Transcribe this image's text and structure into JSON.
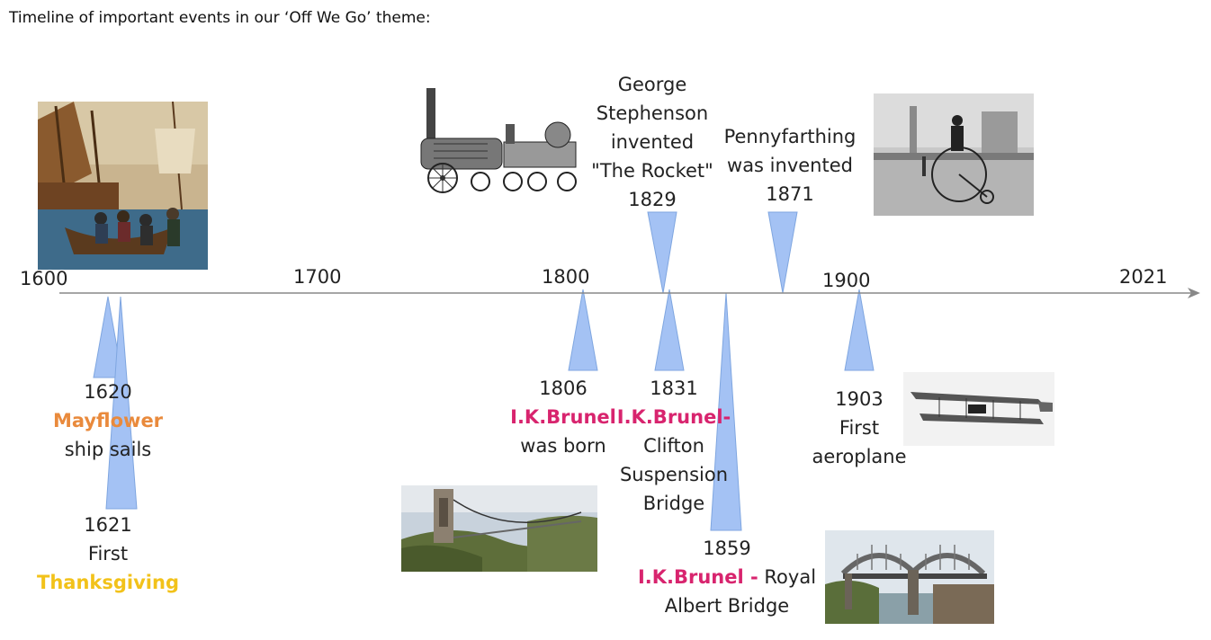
{
  "heading": "Timeline of important events in our ‘Off We Go’ theme:",
  "axis": {
    "ticks": [
      "1600",
      "1700",
      "1800",
      "1900",
      "2021"
    ],
    "line_color": "#888888",
    "marker_color": "#a4c2f4"
  },
  "events": {
    "mayflower": {
      "year": "1620",
      "highlight": "Mayflower",
      "text": "ship sails"
    },
    "thanksgiving": {
      "year": "1621",
      "line1": "First",
      "highlight": "Thanksgiving"
    },
    "brunel_born": {
      "year": "1806",
      "highlight": "I.K.Brunel",
      "text": "was born"
    },
    "clifton": {
      "year": "1831",
      "highlight": "I.K.Brunel",
      "dash": "-",
      "line2": "Clifton",
      "line3": "Suspension",
      "line4": "Bridge"
    },
    "royal_albert": {
      "year": "1859",
      "highlight": "I.K.Brunel -",
      "text": " Royal",
      "line2": "Albert Bridge"
    },
    "aeroplane": {
      "year": "1903",
      "line1": "First",
      "line2": "aeroplane"
    },
    "rocket": {
      "line1": "George",
      "line2": "Stephenson",
      "line3": "invented",
      "line4": "\"The Rocket\"",
      "year": "1829"
    },
    "pennyfarthing": {
      "line1": "Pennyfarthing",
      "line2": "was invented",
      "year": "1871"
    }
  },
  "images": {
    "mayflower": "mayflower-painting",
    "rocket": "stephensons-rocket-engraving",
    "pennyfarthing": "pennyfarthing-photo",
    "clifton": "clifton-suspension-bridge-photo",
    "aeroplane": "wright-flyer-photo",
    "royal_albert": "royal-albert-bridge-photo"
  }
}
